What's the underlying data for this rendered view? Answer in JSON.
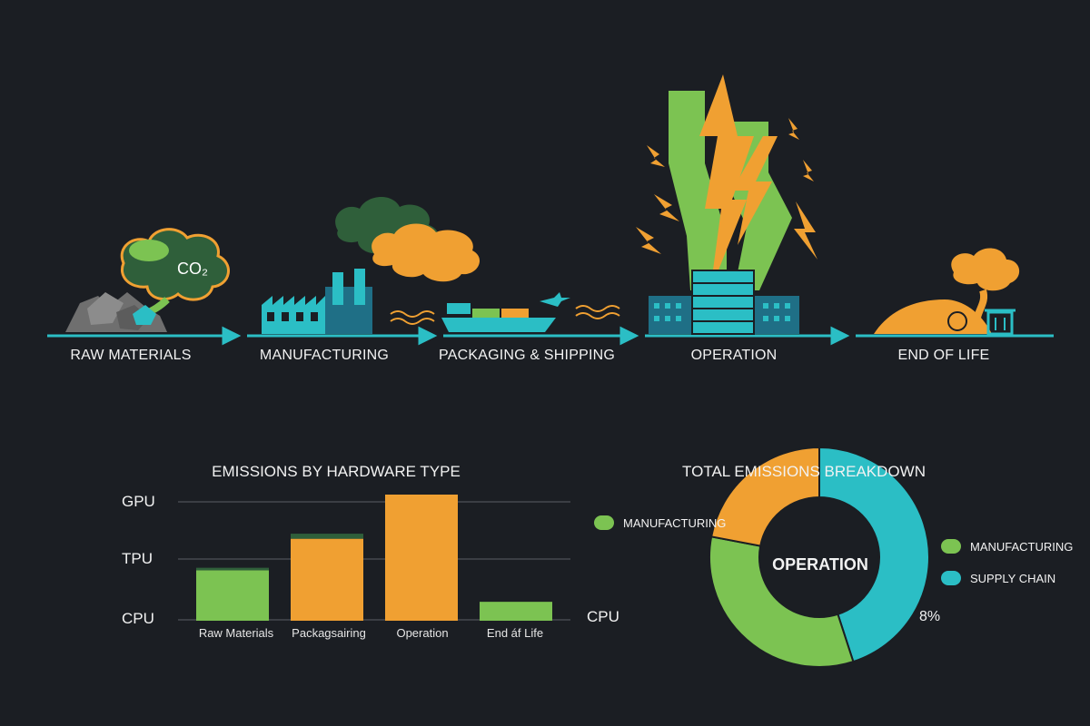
{
  "lifecycle": {
    "stages": [
      "RAW MATERIALS",
      "MANUFACTURING",
      "PACKAGING & SHIPPING",
      "OPERATION",
      "END OF LIFE"
    ],
    "co2_label": "CO₂"
  },
  "colors": {
    "background": "#1b1e23",
    "teal": "#2bbec5",
    "green": "#7cc352",
    "orange": "#f0a032",
    "dark_green": "#2f5f3a"
  },
  "chart_data": [
    {
      "type": "bar",
      "title": "EMISSIONS BY HARDWARE TYPE",
      "y_tick_labels": [
        "GPU",
        "TPU",
        "CPU"
      ],
      "right_label": "CPU",
      "categories": [
        "Raw Materials",
        "Packagsairing",
        "Operation",
        "End áf Life"
      ],
      "values": [
        0.4,
        0.65,
        1.0,
        0.15
      ],
      "cap_values": [
        0.02,
        0.04,
        0,
        0
      ],
      "bar_colors": [
        "#7cc352",
        "#f0a032",
        "#f0a032",
        "#7cc352"
      ],
      "cap_color": "#2f5f3a",
      "ylim": [
        0,
        1
      ],
      "grid": true
    },
    {
      "type": "pie",
      "title": "TOTAL EMISSIONS BREAKDOWN",
      "center_label": "OPERATION",
      "slices": [
        {
          "label": "SUPPLY CHAIN",
          "value": 45,
          "color": "#2bbec5"
        },
        {
          "label": "MANUFACTURING",
          "value": 33,
          "color": "#7cc352"
        },
        {
          "label": "OPERATION",
          "value": 22,
          "color": "#f0a032"
        }
      ],
      "legend": [
        {
          "label": "MANUFACTURING",
          "color": "#7cc352"
        },
        {
          "label": "MANUFACTURING",
          "color": "#7cc352"
        },
        {
          "label": "SUPPLY CHAIN",
          "color": "#2bbec5"
        }
      ],
      "annotation": "8%"
    }
  ]
}
